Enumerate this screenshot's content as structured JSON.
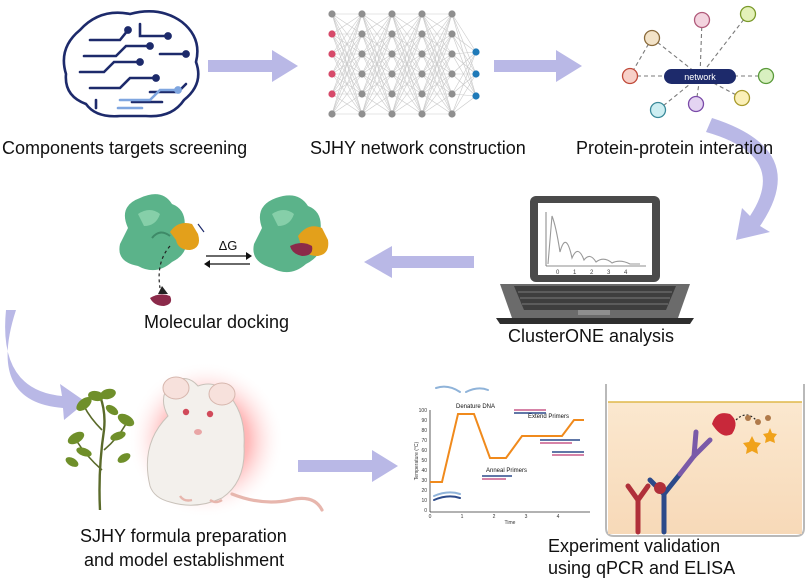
{
  "steps": {
    "s1": "Components targets screening",
    "s2": "SJHY network construction",
    "s3": "Protein-protein interation",
    "s4": "ClusterONE analysis",
    "s5": "Molecular docking",
    "s6a": "SJHY formula preparation",
    "s6b": "and model establishment",
    "s7a": "Experiment validation",
    "s7b": "using qPCR and ELISA"
  },
  "network_badge": "network",
  "delta_g": "ΔG",
  "pcr": {
    "denature": "Denature DNA",
    "extend": "Extend Primers",
    "anneal": "Anneal Primers",
    "ylabel": "Temperature (°C)",
    "xlabel": "Time",
    "yticks": [
      "100",
      "90",
      "80",
      "70",
      "60",
      "50",
      "40",
      "30",
      "20",
      "10",
      "0"
    ],
    "xticks": [
      "0",
      "1",
      "2",
      "3",
      "4"
    ]
  },
  "laptop_xticks": [
    "0",
    "1",
    "2",
    "3",
    "4"
  ],
  "colors": {
    "arrow": "#b9b8e6",
    "brain": "#1d2a6b",
    "pcr_line": "#f08a1c",
    "protein_green": "#5bb38a",
    "protein_orange": "#e3a01b",
    "ligand": "#8b2a4a"
  }
}
